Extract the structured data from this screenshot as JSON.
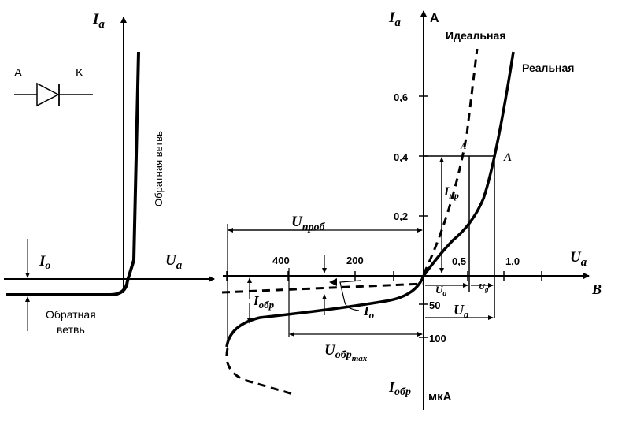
{
  "left_diagram": {
    "y_axis_label": "I",
    "y_axis_sub": "a",
    "x_axis_label": "U",
    "x_axis_sub": "a",
    "anode": "A",
    "cathode": "K",
    "forward_branch": "Обратная ветвь",
    "reverse_branch_line1": "Обратная",
    "reverse_branch_line2": "ветвь",
    "i0_label": "I",
    "i0_sub": "o"
  },
  "right_diagram": {
    "y_axis_label": "I",
    "y_axis_sub": "a",
    "y_unit": "A",
    "ideal_label": "Идеальная",
    "real_label": "Реальная",
    "y_ticks": [
      "0,6",
      "0,4",
      "0,2"
    ],
    "x_unit": "B",
    "x_ticks_pos": [
      "0,5",
      "1,0"
    ],
    "x_ticks_neg": [
      "400",
      "200"
    ],
    "x_axis_label": "U",
    "x_axis_sub": "a",
    "point_a": "A",
    "point_a_prime": "A'",
    "i_forward": "I",
    "i_forward_sub": "пр",
    "u_breakdown": "U",
    "u_breakdown_sub": "проб",
    "i_reverse": "I",
    "i_reverse_sub": "обр",
    "i0": "I",
    "i0_sub": "o",
    "u_rev_max": "U",
    "u_rev_max_sub": "обр",
    "u_rev_max_subsub": "max",
    "u_a_prime": "U",
    "u_a_prime_sub": "a",
    "u_g": "U",
    "u_g_sub": "g",
    "rev_tick_50": "50",
    "rev_tick_100": "100",
    "u_a_dim": "U",
    "u_a_dim_sub": "a",
    "bottom_i_reverse": "I",
    "bottom_i_reverse_sub": "обр",
    "bottom_unit": "мкА"
  }
}
